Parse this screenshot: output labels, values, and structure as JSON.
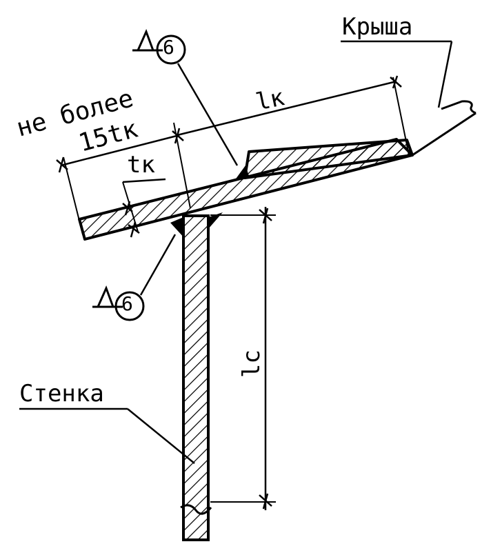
{
  "labels": {
    "roof": "Крыша",
    "wall": "Стенка",
    "not_more": "не более",
    "max_overhang": "15tк",
    "t_k": "tк",
    "l_k": "lк",
    "l_c": "lс"
  },
  "weld_symbols": [
    {
      "id": "top",
      "digit": "6"
    },
    {
      "id": "bottom",
      "digit": "6"
    }
  ],
  "colors": {
    "ink": "#000000",
    "paper": "#ffffff"
  }
}
